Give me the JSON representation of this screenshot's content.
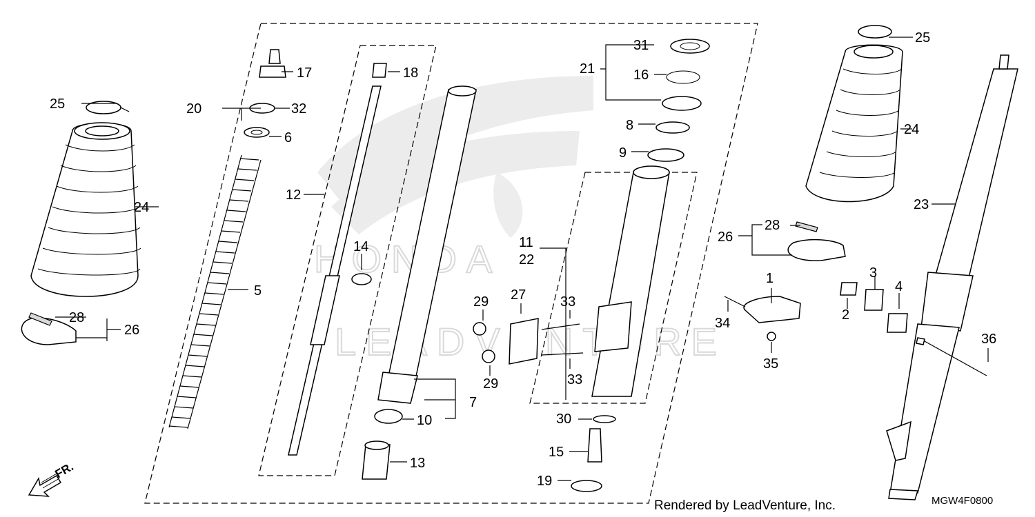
{
  "callouts": {
    "c1": "1",
    "c2": "2",
    "c3": "3",
    "c4": "4",
    "c5": "5",
    "c6": "6",
    "c7": "7",
    "c8": "8",
    "c9": "9",
    "c10": "10",
    "c11": "11",
    "c12": "12",
    "c13": "13",
    "c14": "14",
    "c15": "15",
    "c16": "16",
    "c17": "17",
    "c18": "18",
    "c19": "19",
    "c20": "20",
    "c21": "21",
    "c22": "22",
    "c23": "23",
    "c24a": "24",
    "c24b": "24",
    "c25a": "25",
    "c25b": "25",
    "c26a": "26",
    "c26b": "26",
    "c27": "27",
    "c28a": "28",
    "c28b": "28",
    "c29a": "29",
    "c29b": "29",
    "c30": "30",
    "c31": "31",
    "c32": "32",
    "c33a": "33",
    "c33b": "33",
    "c34": "34",
    "c35": "35",
    "c36": "36"
  },
  "front_arrow_label": "FR.",
  "watermark_text": "LEADVENTURE",
  "watermark_logo": "HONDA",
  "footer": {
    "rendered_by": "Rendered by LeadVenture, Inc.",
    "diagram_code": "MGW4F0800"
  },
  "icons": {
    "front_arrow": "front-direction-arrow-icon",
    "watermark": "honda-wing-watermark-icon"
  },
  "colors": {
    "line": "#000000",
    "watermark": "#d9d9d9",
    "background": "#ffffff"
  }
}
